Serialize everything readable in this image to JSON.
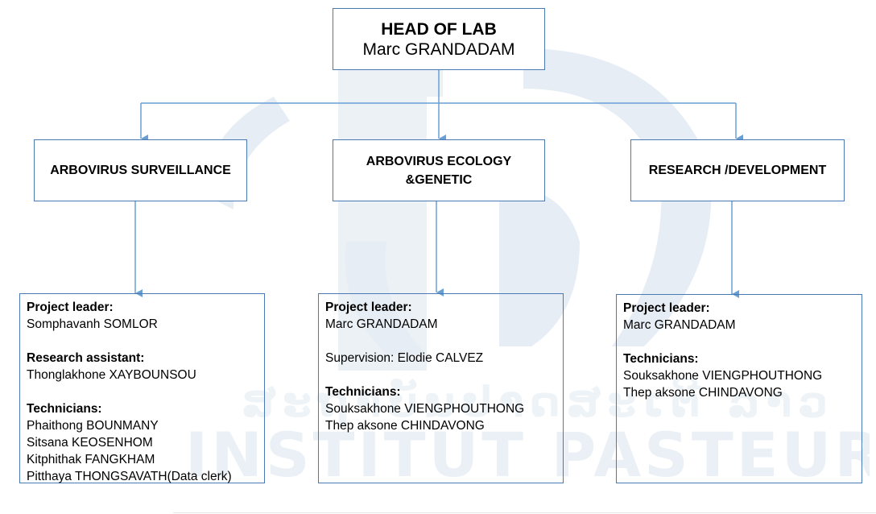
{
  "head": {
    "title": "HEAD OF LAB",
    "name": "Marc GRANDADAM"
  },
  "groups": [
    {
      "title_line1": "ARBOVIRUS SURVEILLANCE",
      "title_line2": ""
    },
    {
      "title_line1": "ARBOVIRUS ECOLOGY",
      "title_line2": "&GENETIC"
    },
    {
      "title_line1": "RESEARCH /DEVELOPMENT",
      "title_line2": ""
    }
  ],
  "teams": [
    {
      "project_leader_label": "Project leader:",
      "project_leader": "Somphavanh SOMLOR",
      "research_assistant_label": "Research assistant:",
      "research_assistant": "Thonglakhone XAYBOUNSOU",
      "technicians_label": "Technicians:",
      "technicians": [
        "Phaithong BOUNMANY",
        "Sitsana KEOSENHOM",
        "Kitphithak FANGKHAM",
        "Pitthaya THONGSAVATH(Data clerk)"
      ]
    },
    {
      "project_leader_label": "Project leader:",
      "project_leader": "Marc GRANDADAM",
      "supervision": "Supervision: Elodie CALVEZ",
      "technicians_label": "Technicians:",
      "technicians": [
        "Souksakhone VIENGPHOUTHONG",
        "Thep aksone CHINDAVONG"
      ]
    },
    {
      "project_leader_label": "Project leader:",
      "project_leader": "Marc GRANDADAM",
      "technicians_label": "Technicians:",
      "technicians": [
        "Souksakhone VIENGPHOUTHONG",
        "Thep aksone CHINDAVONG"
      ]
    }
  ],
  "watermark": {
    "line_lao": "ສະຖາບັນປາດສະເຕີ ລາວ",
    "line_fr": "INSTITUT PASTEUR DU LAOS"
  },
  "colors": {
    "border": "#4a7ab5",
    "arrow": "#6a9fd4",
    "watermark": "#e8eef4"
  }
}
